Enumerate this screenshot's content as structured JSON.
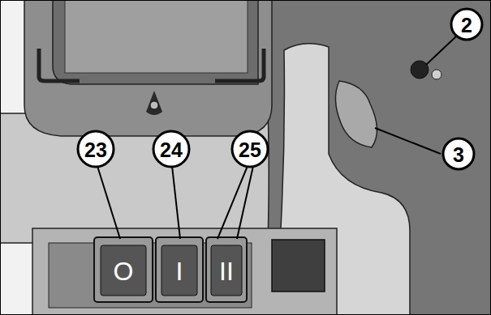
{
  "diagram": {
    "labels": [
      "2",
      "3",
      "23",
      "24",
      "25",
      "O",
      "I",
      "II"
    ]
  }
}
